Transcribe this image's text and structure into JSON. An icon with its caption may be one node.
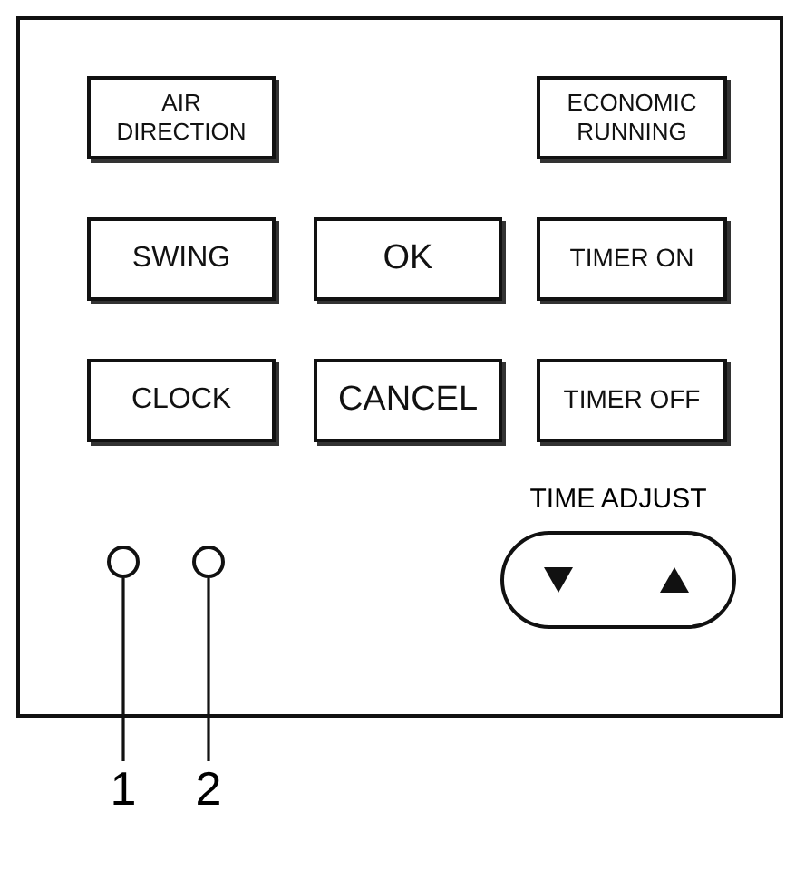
{
  "diagram": {
    "nodes": [
      {
        "text": [
          "AIR DIRECTION"
        ]
      },
      {
        "text": [
          "ECONOMIC RUNNING"
        ]
      },
      {
        "text": [
          "SWING"
        ]
      },
      {
        "text": [
          "OK"
        ]
      },
      {
        "text": [
          "TIMER ON"
        ]
      },
      {
        "text": [
          "CLOCK"
        ]
      },
      {
        "text": [
          "CANCEL"
        ]
      },
      {
        "text": [
          "TIMER OFF"
        ]
      },
      {
        "text": [
          "TIME ADJUST"
        ]
      },
      {
        "text": [],
        "shape": "circle"
      },
      {
        "text": [],
        "shape": "circle"
      },
      {
        "text": [
          "1"
        ]
      },
      {
        "text": [
          "2"
        ]
      }
    ],
    "edges": [
      {
        "from": 11,
        "to": 9,
        "arrow": "none"
      },
      {
        "from": 12,
        "to": 10,
        "arrow": "none"
      }
    ]
  }
}
